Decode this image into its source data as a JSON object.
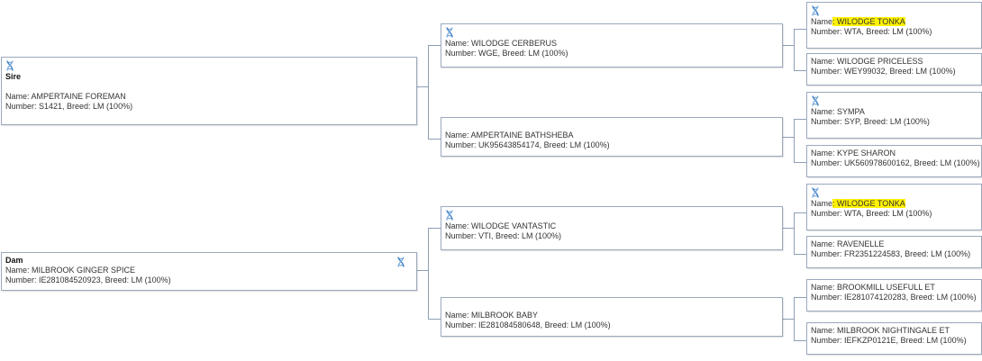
{
  "colors": {
    "border": "#9aa9bd",
    "connector": "#8da0b6",
    "highlight": "#fff200",
    "icon": "#3e7fc4"
  },
  "icon": "dna-icon",
  "sire": {
    "title": "Sire",
    "name": "Name: AMPERTAINE FOREMAN",
    "number": "Number: S1421, Breed: LM (100%)"
  },
  "dam": {
    "title": "Dam",
    "name": "Name: MILBROOK GINGER SPICE",
    "number": "Number: IE281084520923, Breed: LM (100%)"
  },
  "sire_sire": {
    "name": "Name: WILODGE CERBERUS",
    "number": "Number: WGE, Breed: LM (100%)"
  },
  "sire_dam": {
    "name": "Name: AMPERTAINE BATHSHEBA",
    "number": "Number: UK95643854174, Breed: LM (100%)"
  },
  "dam_sire": {
    "name": "Name: WILODGE VANTASTIC",
    "number": "Number: VTI, Breed: LM (100%)"
  },
  "dam_dam": {
    "name": "Name: MILBROOK BABY",
    "number": "Number: IE281084580648, Breed: LM (100%)"
  },
  "ss_sire": {
    "name_prefix": "Name",
    "name_value": ": WILODGE TONKA",
    "number": "Number: WTA, Breed: LM (100%)"
  },
  "ss_dam": {
    "name": "Name: WILODGE PRICELESS",
    "number": "Number: WEY99032, Breed: LM (100%)"
  },
  "sd_sire": {
    "name": "Name: SYMPA",
    "number": "Number: SYP, Breed: LM (100%)"
  },
  "sd_dam": {
    "name": "Name: KYPE SHARON",
    "number": "Number: UK560978600162, Breed: LM (100%)"
  },
  "ds_sire": {
    "name_prefix": "Name",
    "name_value": ": WILODGE TONKA",
    "number": "Number: WTA, Breed: LM (100%)"
  },
  "ds_dam": {
    "name": "Name: RAVENELLE",
    "number": "Number: FR2351224583, Breed: LM (100%)"
  },
  "dd_sire": {
    "name": "Name: BROOKMILL USEFULL ET",
    "number": "Number: IE281074120283, Breed: LM (100%)"
  },
  "dd_dam": {
    "name": "Name: MILBROOK NIGHTINGALE ET",
    "number": "Number: IEFKZP0121E, Breed: LM (100%)"
  }
}
